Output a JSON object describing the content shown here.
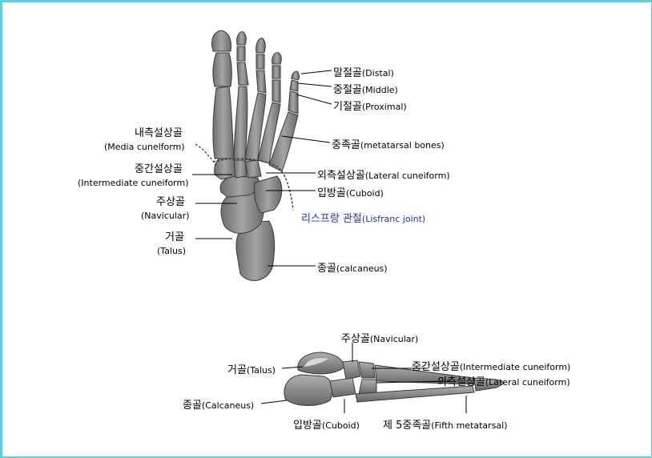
{
  "top_view": {
    "distal": {
      "ko": "말절골",
      "en": "(Distal)"
    },
    "middle": {
      "ko": "중절골",
      "en": "(Middle)"
    },
    "proximal": {
      "ko": "기절골",
      "en": "(Proximal)"
    },
    "metatarsal": {
      "ko": "중족골",
      "en": "(metatarsal bones)"
    },
    "medial_cuneiform": {
      "ko": "내측설상골",
      "en": "(Media cunelform)"
    },
    "intermediate_cuneiform": {
      "ko": "중간설상골",
      "en": "(Intermediate cuneiform)"
    },
    "lateral_cuneiform": {
      "ko": "외측설상골",
      "en": "(Lateral cuneiform)"
    },
    "cuboid": {
      "ko": "입방골",
      "en": "(Cuboid)"
    },
    "lisfranc": {
      "ko": "리스프랑 관절",
      "en": "(Lisfranc joint)",
      "color": "#1a33cc"
    },
    "navicular": {
      "ko": "주상골",
      "en": "(Navicular)"
    },
    "talus": {
      "ko": "거골",
      "en": "(Talus)"
    },
    "calcaneus": {
      "ko": "종골",
      "en": "(calcaneus)"
    }
  },
  "side_view": {
    "navicular": {
      "ko": "주상골",
      "en": "(Navicular)"
    },
    "talus": {
      "ko": "거골",
      "en": "(Talus)"
    },
    "intermediate_cuneiform": {
      "ko": "중간설상골",
      "en": "(Intermediate cuneiform)"
    },
    "lateral_cuneiform": {
      "ko": "외측설상골",
      "en": "(Lateral cuneiform)"
    },
    "calcaneus": {
      "ko": "종골",
      "en": "(Calcaneus)"
    },
    "cuboid": {
      "ko": "입방골",
      "en": "(Cuboid)"
    },
    "fifth_metatarsal": {
      "ko": "제 5중족골",
      "en": "(Fifth metatarsal)"
    }
  },
  "colors": {
    "frame": "#5ad0e0",
    "bone_fill": "#8c8c8c",
    "bone_dark": "#4a4a4a",
    "leader": "#000000",
    "lisfranc": "#1a33cc"
  }
}
